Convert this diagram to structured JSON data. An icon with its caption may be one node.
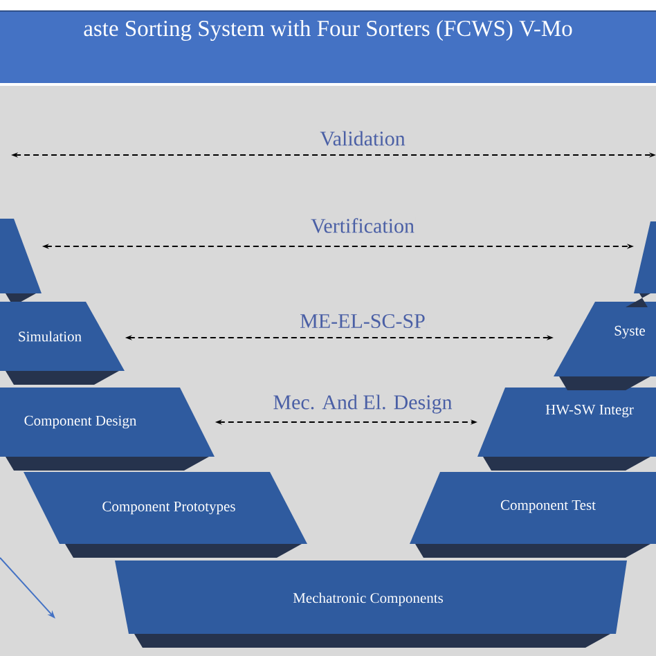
{
  "diagram": {
    "title": "aste Sorting System with Four Sorters (FCWS)  V-Mo",
    "nodes": [
      {
        "text": [],
        "shape": "box"
      },
      {
        "text": [
          "Simulation"
        ]
      },
      {
        "text": [
          "Component Design"
        ]
      },
      {
        "text": [
          "Component Prototypes"
        ]
      },
      {
        "text": [
          "Mechatronic Components"
        ]
      },
      {
        "text": [
          "Component Test"
        ]
      },
      {
        "text": [
          "HW-SW Integr"
        ]
      },
      {
        "text": [
          "Syste"
        ]
      },
      {
        "text": [],
        "shape": "box"
      }
    ],
    "labels": [
      "Validation"
    ],
    "edges": [
      {
        "from": 0,
        "to": 8,
        "arrow": "both",
        "style": "dashed",
        "label": "Vertification"
      },
      {
        "from": 1,
        "to": 7,
        "arrow": "both",
        "style": "dashed",
        "label": "ME-EL-SC-SP"
      },
      {
        "from": 2,
        "to": 6,
        "arrow": "both",
        "style": "dashed",
        "label": "Mec. And El. Design"
      }
    ]
  }
}
